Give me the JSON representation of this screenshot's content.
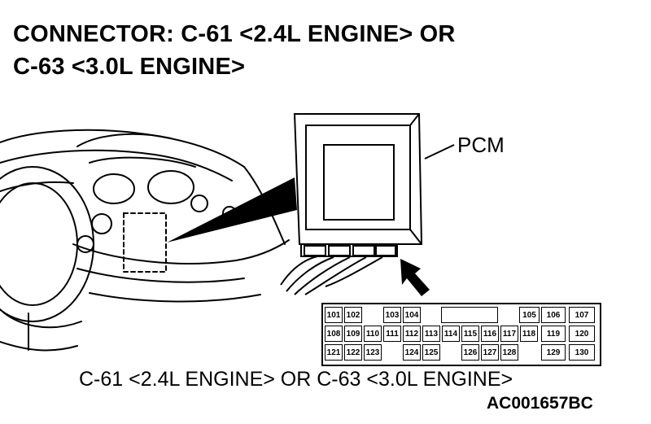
{
  "title": {
    "line1": "CONNECTOR: C-61 <2.4L ENGINE> OR",
    "line2": "C-63 <3.0L ENGINE>"
  },
  "labels": {
    "pcm": "PCM",
    "caption": "C-61 <2.4L ENGINE> OR C-63 <3.0L ENGINE>",
    "figure_code": "AC001657BC"
  },
  "connector": {
    "row1": [
      "101",
      "102",
      "103",
      "104",
      "105",
      "106",
      "107"
    ],
    "row2": [
      "108",
      "109",
      "110",
      "111",
      "112",
      "113",
      "114",
      "115",
      "116",
      "117",
      "118",
      "119",
      "120"
    ],
    "row3": [
      "121",
      "122",
      "123",
      "124",
      "125",
      "126",
      "127",
      "128",
      "129",
      "130"
    ]
  }
}
